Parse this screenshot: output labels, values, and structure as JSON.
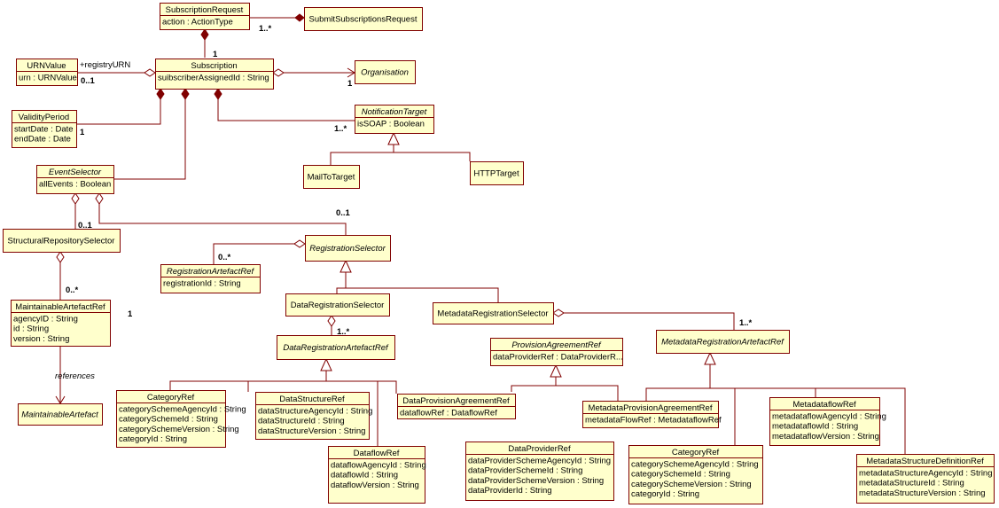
{
  "classes": [
    {
      "id": "SubscriptionRequest",
      "title": "SubscriptionRequest",
      "attrs": [
        "action : ActionType"
      ]
    },
    {
      "id": "SubmitSubscriptionsRequest",
      "title": "SubmitSubscriptionsRequest",
      "attrs": []
    },
    {
      "id": "URNValue",
      "title": "URNValue",
      "attrs": [
        "urn : URNValue"
      ]
    },
    {
      "id": "Subscription",
      "title": "Subscription",
      "attrs": [
        "suibscriberAssignedId : String"
      ]
    },
    {
      "id": "Organisation",
      "title": "Organisation",
      "abstract": true,
      "attrs": []
    },
    {
      "id": "ValidityPeriod",
      "title": "ValidityPeriod",
      "attrs": [
        "startDate : Date",
        "endDate : Date"
      ]
    },
    {
      "id": "NotificationTarget",
      "title": "NotificationTarget",
      "abstract": true,
      "attrs": [
        "isSOAP : Boolean"
      ]
    },
    {
      "id": "MailToTarget",
      "title": "MailToTarget",
      "attrs": []
    },
    {
      "id": "HTTPTarget",
      "title": "HTTPTarget",
      "attrs": []
    },
    {
      "id": "EventSelector",
      "title": "EventSelector",
      "abstract": true,
      "attrs": [
        "allEvents : Boolean"
      ]
    },
    {
      "id": "StructuralRepositorySelector",
      "title": "StructuralRepositorySelector",
      "attrs": []
    },
    {
      "id": "RegistrationSelector",
      "title": "RegistrationSelector",
      "abstract": true,
      "attrs": []
    },
    {
      "id": "RegistrationArtefactRef",
      "title": "RegistrationArtefactRef",
      "abstract": true,
      "attrs": [
        "registrationId : String"
      ]
    },
    {
      "id": "MaintainableArtefactRef",
      "title": "MaintainableArtefactRef",
      "attrs": [
        "agencyID : String",
        "id : String",
        "version : String"
      ]
    },
    {
      "id": "DataRegistrationSelector",
      "title": "DataRegistrationSelector",
      "attrs": []
    },
    {
      "id": "MetadataRegistrationSelector",
      "title": "MetadataRegistrationSelector",
      "attrs": []
    },
    {
      "id": "DataRegistrationArtefactRef",
      "title": "DataRegistrationArtefactRef",
      "abstract": true,
      "attrs": []
    },
    {
      "id": "ProvisionAgreementRef",
      "title": "ProvisionAgreementRef",
      "abstract": true,
      "attrs": [
        "dataProviderRef : DataProviderR..."
      ]
    },
    {
      "id": "MetadataRegistrationArtefactRef",
      "title": "MetadataRegistrationArtefactRef",
      "abstract": true,
      "attrs": []
    },
    {
      "id": "MaintainableArtefact",
      "title": "MaintainableArtefact",
      "abstract": true,
      "attrs": []
    },
    {
      "id": "CategoryRef1",
      "title": "CategoryRef",
      "attrs": [
        "categorySchemeAgencyId : String",
        "categorySchemeId : String",
        "categorySchemeVersion : String",
        "categoryId : String"
      ]
    },
    {
      "id": "DataStructureRef",
      "title": "DataStructureRef",
      "attrs": [
        "dataStructureAgencyId : String",
        "dataStructureId : String",
        "dataStructureVersion : String"
      ]
    },
    {
      "id": "DataProvisionAgreementRef",
      "title": "DataProvisionAgreementRef",
      "attrs": [
        "dataflowRef : DataflowRef"
      ]
    },
    {
      "id": "MetadataProvisionAgreementRef",
      "title": "MetadataProvisionAgreementRef",
      "attrs": [
        "metadataFlowRef : MetadataflowRef"
      ]
    },
    {
      "id": "MetadataflowRef",
      "title": "MetadataflowRef",
      "attrs": [
        "metadataflowAgencyId : String",
        "metadataflowId : String",
        "metadataflowVersion : String"
      ]
    },
    {
      "id": "DataflowRef",
      "title": "DataflowRef",
      "attrs": [
        "dataflowAgencyId : String",
        "dataflowId : String",
        "dataflowVersion : String"
      ]
    },
    {
      "id": "DataProviderRef",
      "title": "DataProviderRef",
      "attrs": [
        "dataProviderSchemeAgencyId : String",
        "dataProviderSchemeId : String",
        "dataProviderSchemeVersion : String",
        "dataProviderId : String"
      ]
    },
    {
      "id": "CategoryRef2",
      "title": "CategoryRef",
      "attrs": [
        "categorySchemeAgencyId : String",
        "categorySchemeId : String",
        "categorySchemeVersion : String",
        "categoryId : String"
      ]
    },
    {
      "id": "MetadataStructureDefinitionRef",
      "title": "MetadataStructureDefinitionRef",
      "attrs": [
        "metadataStructureAgencyId : String",
        "metadataStructureId : String",
        "metadataStructureVersion : String"
      ]
    }
  ],
  "labels": [
    {
      "id": "m-subreq-submit",
      "text": "1..*"
    },
    {
      "id": "m-subreq-sub",
      "text": "1"
    },
    {
      "id": "r-registryurn",
      "text": "+registryURN"
    },
    {
      "id": "m-urn",
      "text": "0..1"
    },
    {
      "id": "m-org",
      "text": "1"
    },
    {
      "id": "m-validity",
      "text": "1"
    },
    {
      "id": "m-notif",
      "text": "1..*"
    },
    {
      "id": "m-structsel",
      "text": "0..1"
    },
    {
      "id": "m-regsel",
      "text": "0..1"
    },
    {
      "id": "m-regartref",
      "text": "0..*"
    },
    {
      "id": "m-maintref",
      "text": "0..*"
    },
    {
      "id": "m-maint-1",
      "text": "1"
    },
    {
      "id": "r-references",
      "text": "references"
    },
    {
      "id": "m-dataregart",
      "text": "1..*"
    },
    {
      "id": "m-metaregart",
      "text": "1..*"
    }
  ]
}
